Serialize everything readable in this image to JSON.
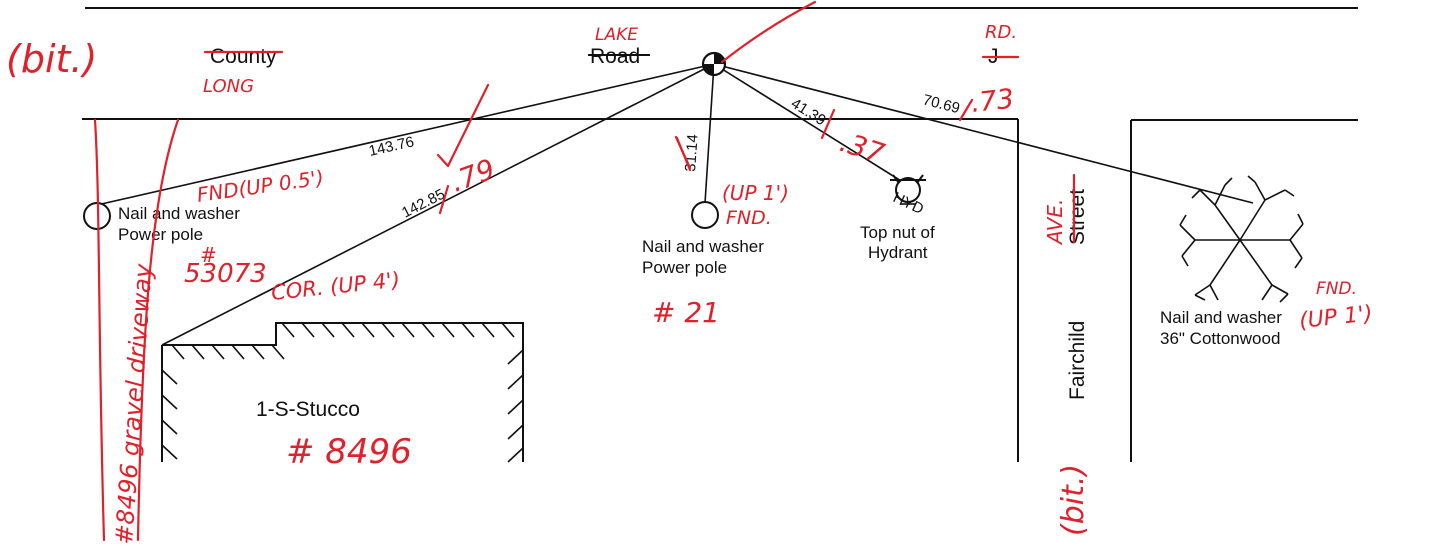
{
  "labels": {
    "county": "County",
    "road": "Road",
    "rd_j": "J",
    "street": "Street",
    "fairchild": "Fairchild",
    "stucco": "1-S-Stucco",
    "pole_left_1": "Nail and washer",
    "pole_left_2": "Power pole",
    "pole_mid_1": "Nail and washer",
    "pole_mid_2": "Power pole",
    "hydrant_1": "Top nut of",
    "hydrant_2": "Hydrant",
    "hyd": "HYD",
    "tree_1": "Nail and washer",
    "tree_2": "36\" Cottonwood"
  },
  "dimensions": {
    "to_left_pole": "143.76",
    "to_building": "142.85",
    "to_mid_pole": "31.14",
    "to_hydrant": "41.39",
    "to_tree": "70.69"
  },
  "annotations": {
    "bit_left": "(bit.)",
    "long": "LONG",
    "lake": "LAKE",
    "rd": "RD.",
    "fnd_up05": "FND(UP 0.5')",
    "corr_79": ".79",
    "up1_mid": "(UP 1')",
    "fnd_mid": "FND.",
    "corr_37": ".37",
    "corr_73": ".73",
    "ave": "AVE.",
    "pole_hash": "#",
    "pole_num_left": "53073",
    "cor_up4": "COR. (UP 4')",
    "num_21": "# 21",
    "fnd_tree": "FND.",
    "up1_tree": "(UP 1')",
    "num_8496": "# 8496",
    "driveway": "#8496 gravel driveway",
    "bit_bottom": "(bit.)"
  },
  "colors": {
    "linework": "#111111",
    "redline": "#e0202a",
    "background": "#ffffff"
  }
}
